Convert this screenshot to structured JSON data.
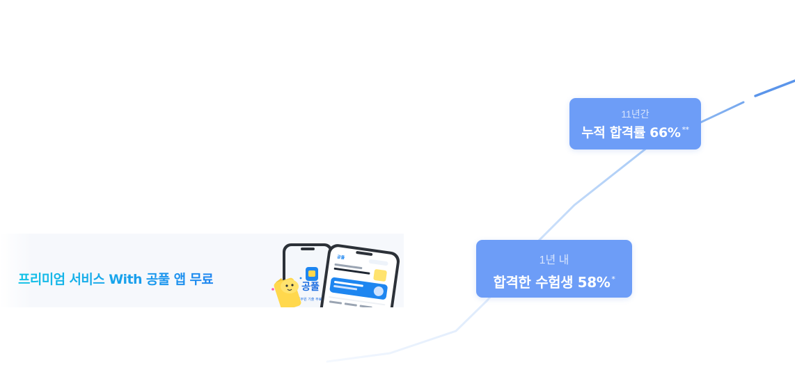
{
  "promo": {
    "headline": "프리미엄 서비스 With 공풀 앱 무료",
    "app_logo_text": "공풀",
    "app_tagline": "공무원 기출 무료 풀이",
    "phone_logo_text": "공풀",
    "accent_start": "#12c2e6",
    "accent_end": "#1e86f0"
  },
  "stats": {
    "cumulative": {
      "period": "11년간",
      "label": "누적 합격률 66%",
      "footnote_mark": "**"
    },
    "first_year": {
      "period": "1년 내",
      "label": "합격한 수험생 58%",
      "footnote_mark": "*"
    },
    "badge_color": "#6d9df7"
  },
  "trend_line": {
    "color_start": "#eef4fd",
    "color_end": "#5b95ea"
  }
}
